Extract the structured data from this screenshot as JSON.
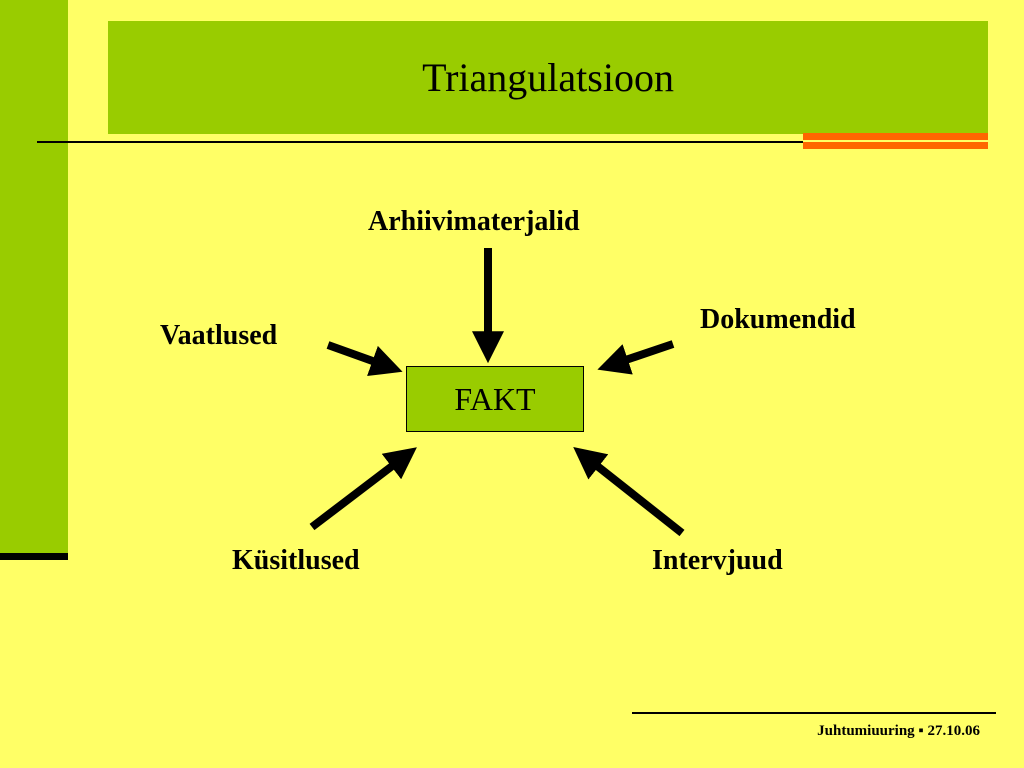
{
  "slide": {
    "title": "Triangulatsioon",
    "center_label": "FAKT",
    "sources": {
      "top": "Arhiivimaterjalid",
      "upper_right": "Dokumendid",
      "upper_left": "Vaatlused",
      "lower_left": "Küsitlused",
      "lower_right": "Intervjuud"
    },
    "footer": "Juhtumiuuring ▪ 27.10.06"
  },
  "colors": {
    "background": "#FFFF66",
    "green": "#99CC00",
    "accent": "#FF6600",
    "ink": "#000000"
  }
}
